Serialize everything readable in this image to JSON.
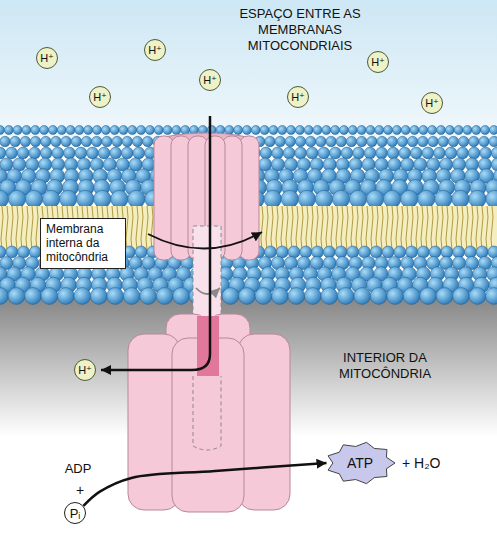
{
  "diagram": {
    "nodes": [
      {
        "text": [
          "H⁺"
        ]
      },
      {
        "text": [
          "H⁺"
        ]
      },
      {
        "text": [
          "H⁺"
        ]
      },
      {
        "text": [
          "H⁺"
        ]
      },
      {
        "text": [
          "H⁺"
        ]
      },
      {
        "text": [
          "H⁺"
        ]
      },
      {
        "text": [
          "H⁺"
        ]
      },
      {
        "text": [
          "Membrana interna da mitocôndria"
        ]
      },
      {
        "text": [
          "H⁺"
        ]
      },
      {
        "text": [
          "Pᵢ"
        ]
      },
      {
        "text": [
          "ATP"
        ]
      }
    ],
    "edges": [
      {
        "from": 9,
        "to": 10,
        "arrow": "to"
      }
    ],
    "labels": [
      "ESPAÇO ENTRE AS MEMBRANAS MITOCONDRIAIS",
      "INTERIOR DA MITOCÔNDRIA",
      "ADP",
      "+",
      "+ H₂O"
    ]
  }
}
